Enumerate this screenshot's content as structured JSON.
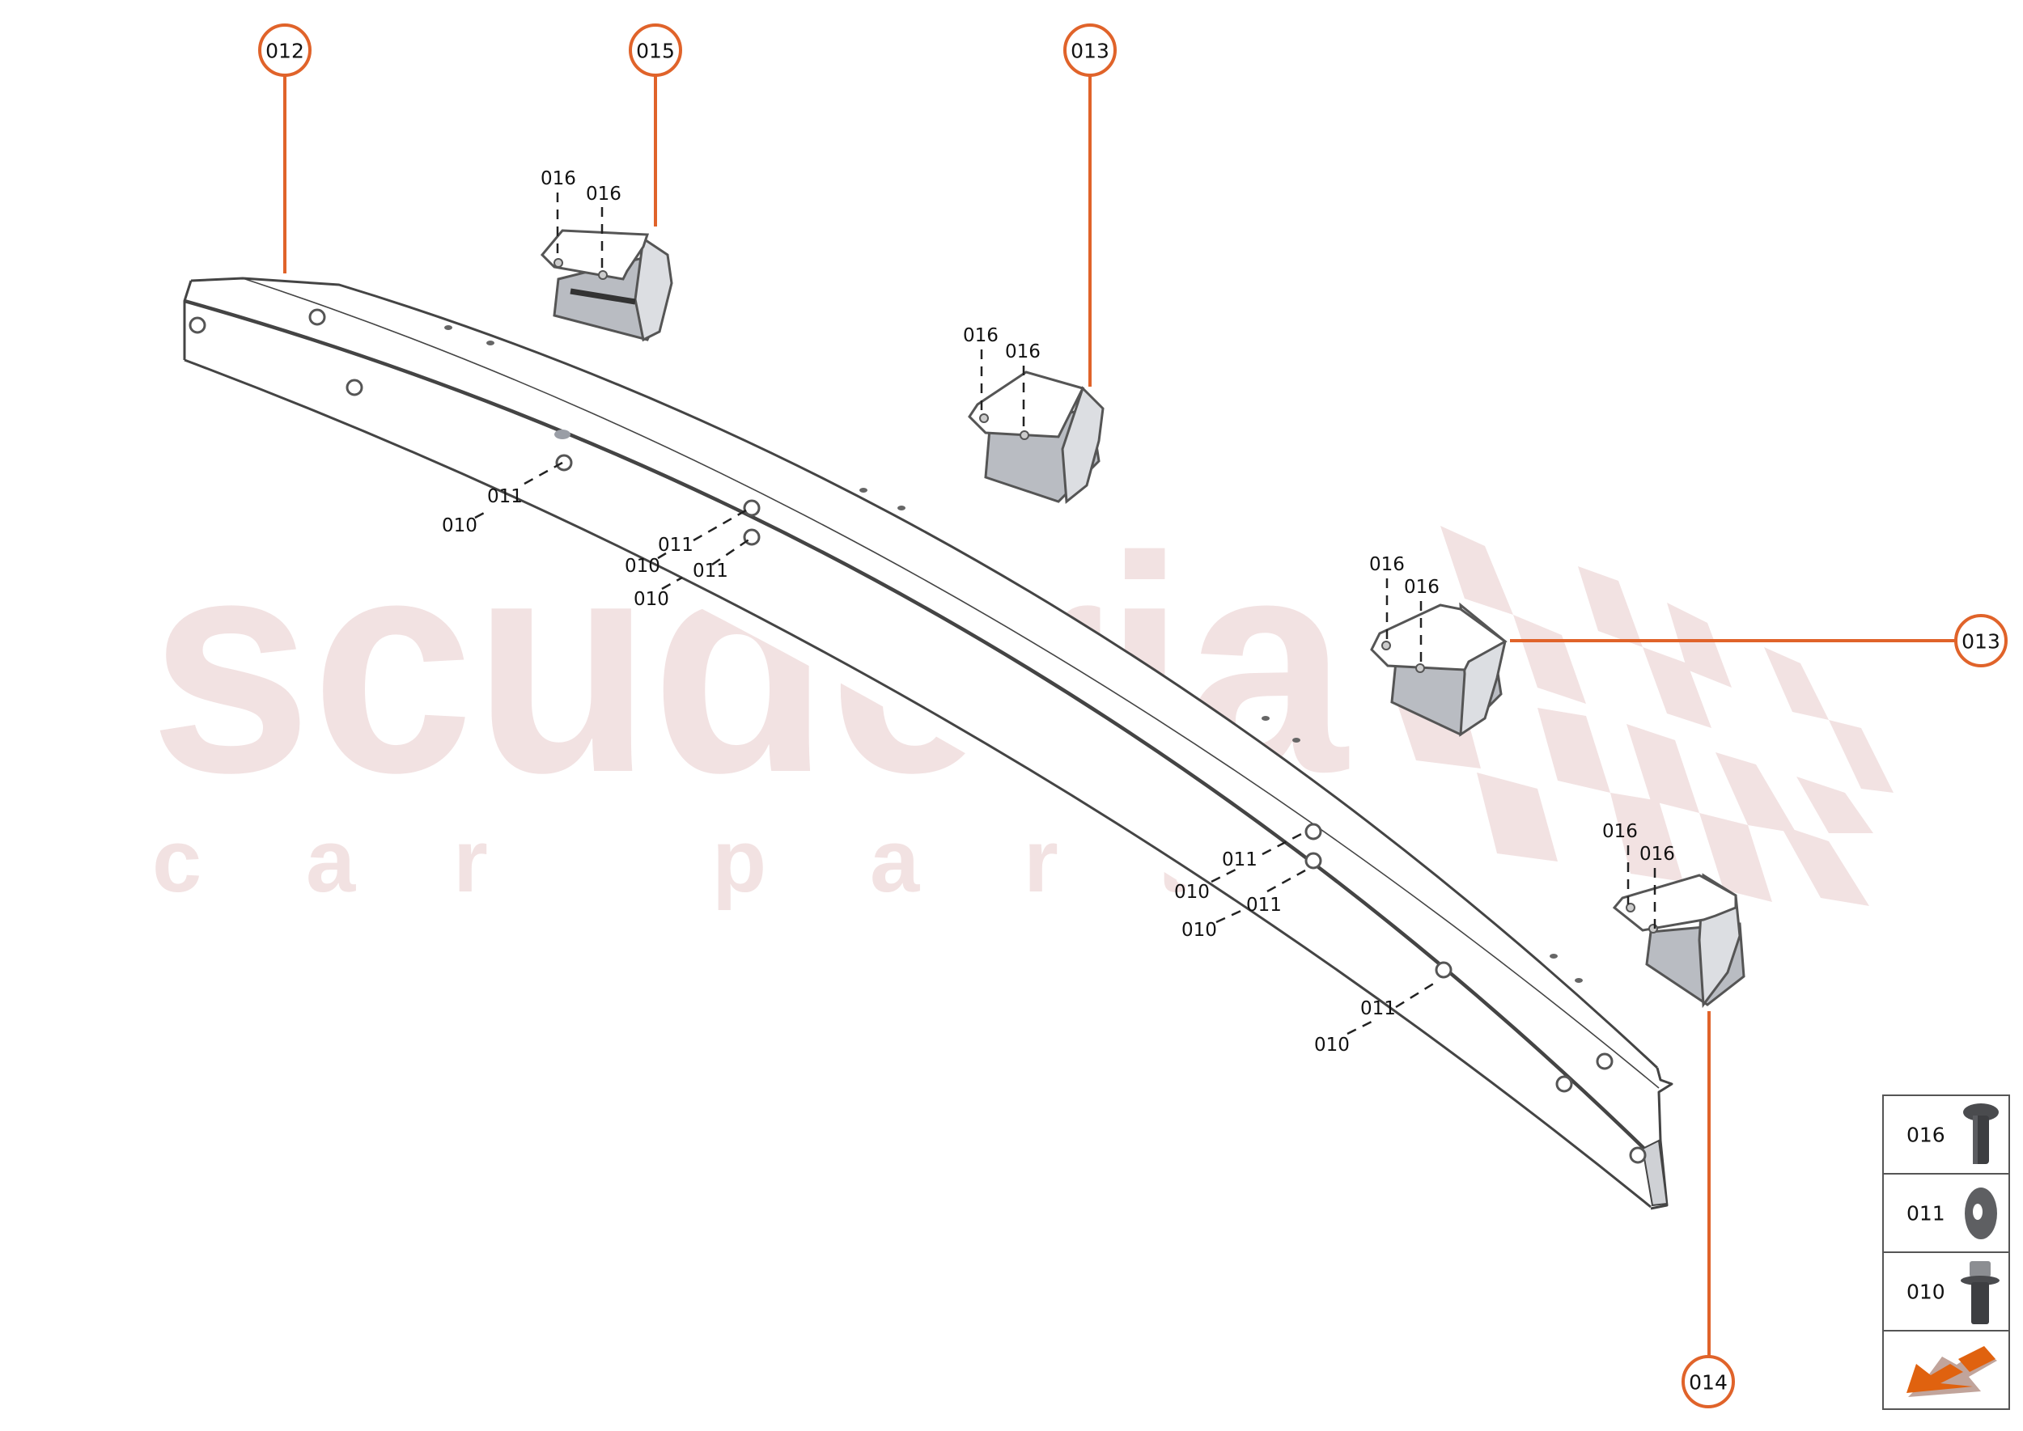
{
  "watermark": {
    "brand": "scuderia",
    "tagline_letters": [
      "c",
      "a",
      "r",
      "p",
      "a",
      "r",
      "t",
      "s"
    ],
    "color": "#f2e2e2"
  },
  "colors": {
    "callout_accent": "#e0632a",
    "line_dark": "#444444",
    "bracket_grey": "#b9bcc2"
  },
  "callouts": [
    {
      "id": "012",
      "label": "012"
    },
    {
      "id": "015",
      "label": "015"
    },
    {
      "id": "013a",
      "label": "013"
    },
    {
      "id": "013b",
      "label": "013"
    },
    {
      "id": "014",
      "label": "014"
    }
  ],
  "part_labels": {
    "b015_a": "016",
    "b015_b": "016",
    "b013a_a": "016",
    "b013a_b": "016",
    "b013b_a": "016",
    "b013b_b": "016",
    "b014_a": "016",
    "b014_b": "016",
    "h1_washer": "011",
    "h1_bolt": "010",
    "h2_washer": "011",
    "h2_bolt": "010",
    "h3_washer": "011",
    "h3_bolt": "010",
    "h4_washer": "011",
    "h4_bolt": "010",
    "h5_washer": "011",
    "h5_bolt": "010",
    "h6_washer": "011",
    "h6_bolt": "010"
  },
  "legend": {
    "items": [
      {
        "code": "016",
        "icon": "pan-head-screw-icon"
      },
      {
        "code": "011",
        "icon": "washer-icon"
      },
      {
        "code": "010",
        "icon": "flange-hex-bolt-icon"
      },
      {
        "code": "",
        "icon": "direction-arrow-icon"
      }
    ]
  }
}
